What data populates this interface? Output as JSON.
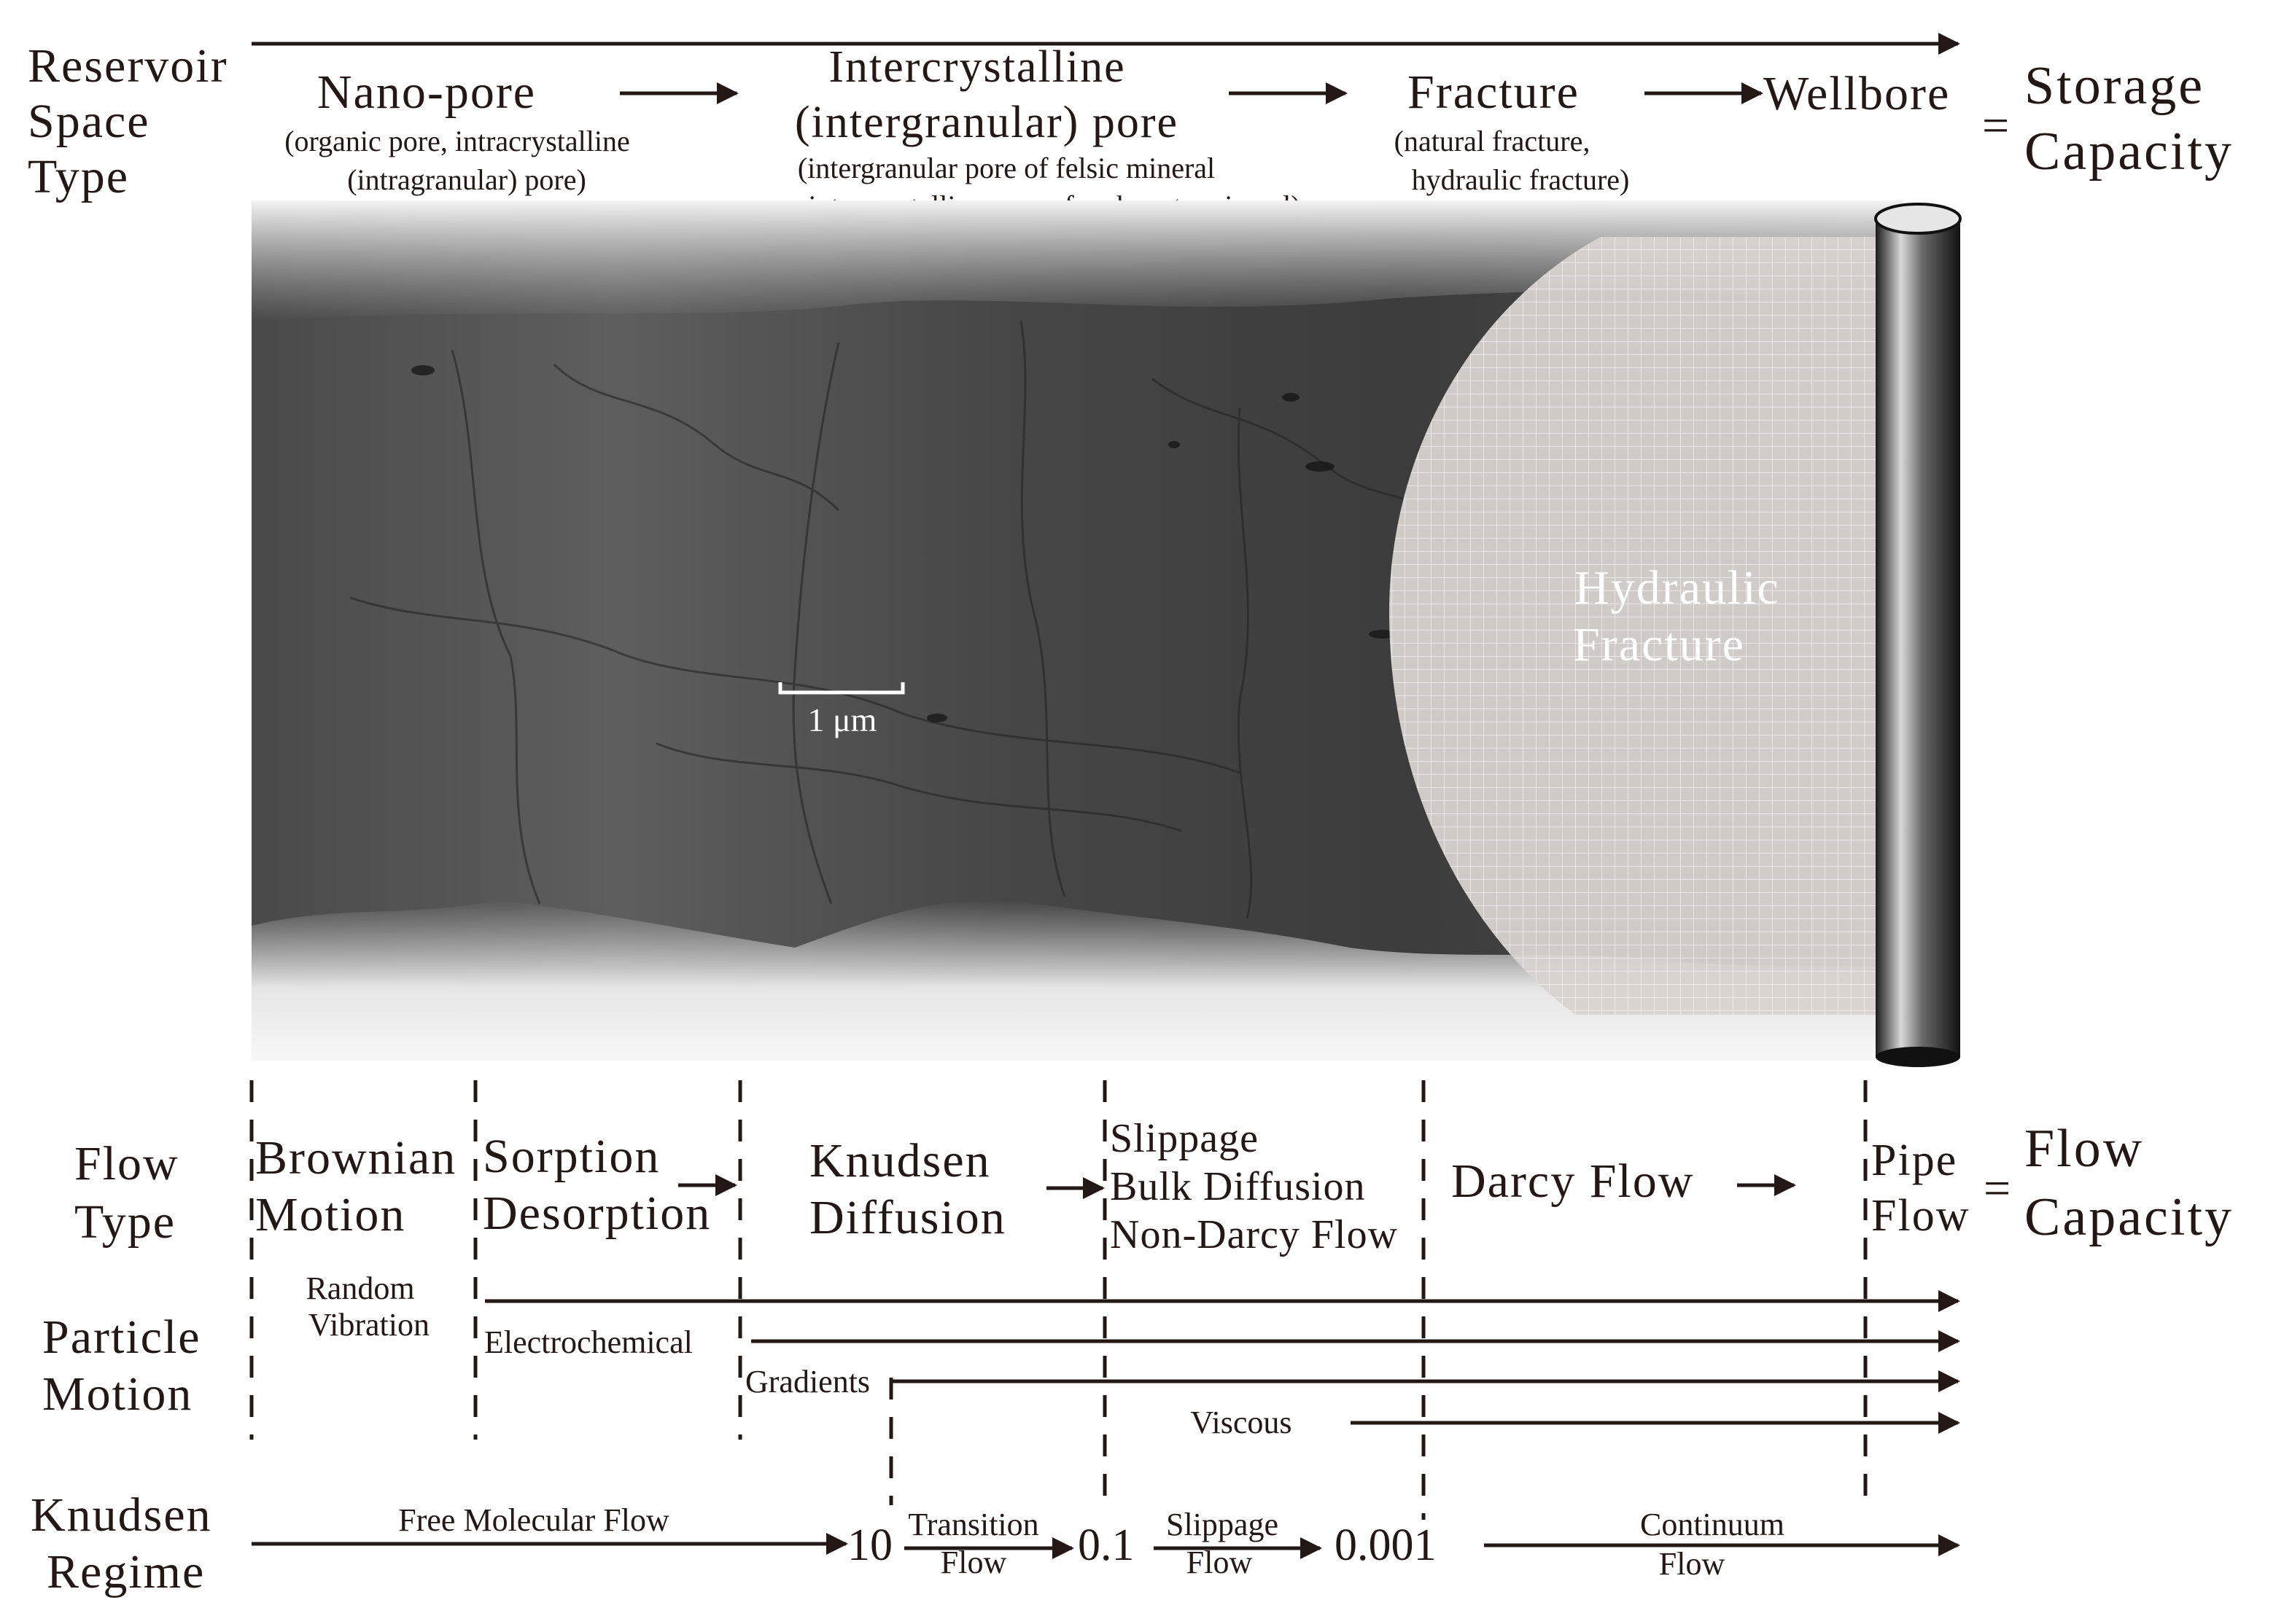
{
  "colors": {
    "ink": "#231815",
    "rock_dark": "#3a3a3a",
    "rock_mid": "#5c5c5c",
    "rock_light": "#dcdcdc",
    "fracture_fill": "#d8d2d0",
    "fracture_grid": "#ffffff",
    "wellbore_dark": "#141414",
    "wellbore_light": "#cfcfcf"
  },
  "top": {
    "row_label": [
      "Reservoir",
      "Space",
      "Type"
    ],
    "nano_pore": {
      "title": "Nano-pore",
      "sub": [
        "(organic pore, intracrystalline",
        "(intragranular) pore)"
      ]
    },
    "intercrystalline": {
      "title": [
        "Intercrystalline",
        "(intergranular) pore"
      ],
      "sub": [
        "(intergranular pore of felsic mineral",
        "intercrystalline pore of carbonate mineral)"
      ]
    },
    "fracture": {
      "title": "Fracture",
      "sub": [
        "(natural fracture,",
        "hydraulic fracture)"
      ]
    },
    "wellbore": "Wellbore",
    "equals": "=",
    "result": [
      "Storage",
      "Capacity"
    ]
  },
  "image": {
    "scale_label": "1 μm",
    "hydraulic_fracture": [
      "Hydraulic",
      "Fracture"
    ]
  },
  "flow": {
    "row_label": [
      "Flow",
      "Type"
    ],
    "brownian": [
      "Brownian",
      "Motion"
    ],
    "sorption": [
      "Sorption",
      "Desorption"
    ],
    "knudsen_diffusion": [
      "Knudsen",
      "Diffusion"
    ],
    "slippage": [
      "Slippage",
      "Bulk Diffusion",
      "Non-Darcy Flow"
    ],
    "darcy": "Darcy Flow",
    "pipe": [
      "Pipe",
      "Flow"
    ],
    "equals": "=",
    "result": [
      "Flow",
      "Capacity"
    ]
  },
  "particle": {
    "row_label": [
      "Particle",
      "Motion"
    ],
    "random_vibration": [
      "Random",
      "Vibration"
    ],
    "electrochemical": "Electrochemical",
    "gradients": "Gradients",
    "viscous": "Viscous"
  },
  "knudsen": {
    "row_label": [
      "Knudsen",
      "Regime"
    ],
    "free_molecular": "Free Molecular Flow",
    "value_10": "10",
    "transition": [
      "Transition",
      "Flow"
    ],
    "value_01": "0.1",
    "slippage": [
      "Slippage",
      "Flow"
    ],
    "value_0001": "0.001",
    "continuum": [
      "Continuum",
      "Flow"
    ]
  }
}
